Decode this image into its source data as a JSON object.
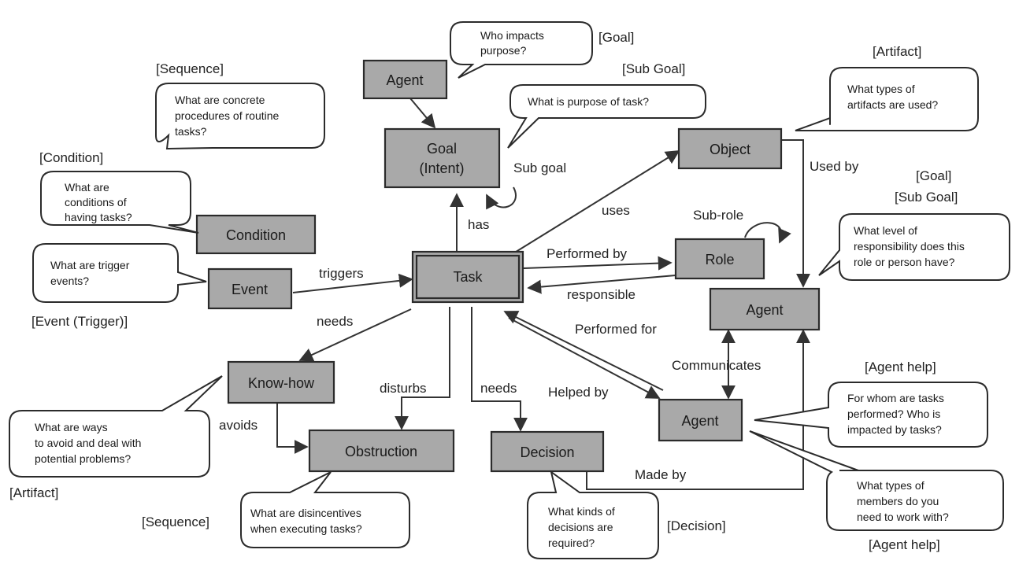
{
  "nodes": {
    "agent_top": "Agent",
    "goal": [
      "Goal",
      "(Intent)"
    ],
    "condition": "Condition",
    "event": "Event",
    "task": "Task",
    "object": "Object",
    "role": "Role",
    "agent_right": "Agent",
    "knowhow": "Know-how",
    "obstruction": "Obstruction",
    "decision": "Decision",
    "agent_bottom": "Agent"
  },
  "edges": {
    "sub_goal": "Sub goal",
    "has": "has",
    "uses": "uses",
    "sub_role": "Sub-role",
    "performed_by": "Performed by",
    "responsible": "responsible",
    "triggers": "triggers",
    "needs_left": "needs",
    "disturbs": "disturbs",
    "needs_mid": "needs",
    "avoids": "avoids",
    "performed_for": "Performed for",
    "helped_by": "Helped by",
    "communicates": "Communicates",
    "used_by": "Used by",
    "made_by": "Made by"
  },
  "tags": {
    "goal_top": "[Goal]",
    "sub_goal_top": "[Sub Goal]",
    "sequence_top": "[Sequence]",
    "artifact_top": "[Artifact]",
    "condition": "[Condition]",
    "goal_right": "[Goal]",
    "sub_goal_right": "[Sub Goal]",
    "event_trigger": "[Event (Trigger)]",
    "agent_help_right": "[Agent help]",
    "artifact_left": "[Artifact]",
    "sequence_bottom": "[Sequence]",
    "decision": "[Decision]",
    "agent_help_bottom": "[Agent help]"
  },
  "questions": {
    "who_impacts": [
      "Who impacts",
      "purpose?"
    ],
    "purpose_task": [
      "What is purpose of task?"
    ],
    "concrete_procedures": [
      "What are concrete",
      "procedures of routine",
      "tasks?"
    ],
    "artifact_types": [
      "What types of",
      "artifacts are used?"
    ],
    "conditions": [
      "What are",
      "conditions of",
      "having tasks?"
    ],
    "responsibility": [
      "What level of",
      "responsibility does this",
      "role or person have?"
    ],
    "trigger_events": [
      "What are trigger",
      "events?"
    ],
    "for_whom": [
      "For whom are tasks",
      "performed? Who is",
      "impacted by tasks?"
    ],
    "avoid_problems": [
      "What are ways",
      "to avoid and deal with",
      "potential problems?"
    ],
    "member_types": [
      "What types of",
      "members do you",
      "need to work with?"
    ],
    "disincentives": [
      "What are disincentives",
      "when executing tasks?"
    ],
    "decision_kinds": [
      "What kinds of",
      "decisions are",
      "required?"
    ]
  }
}
